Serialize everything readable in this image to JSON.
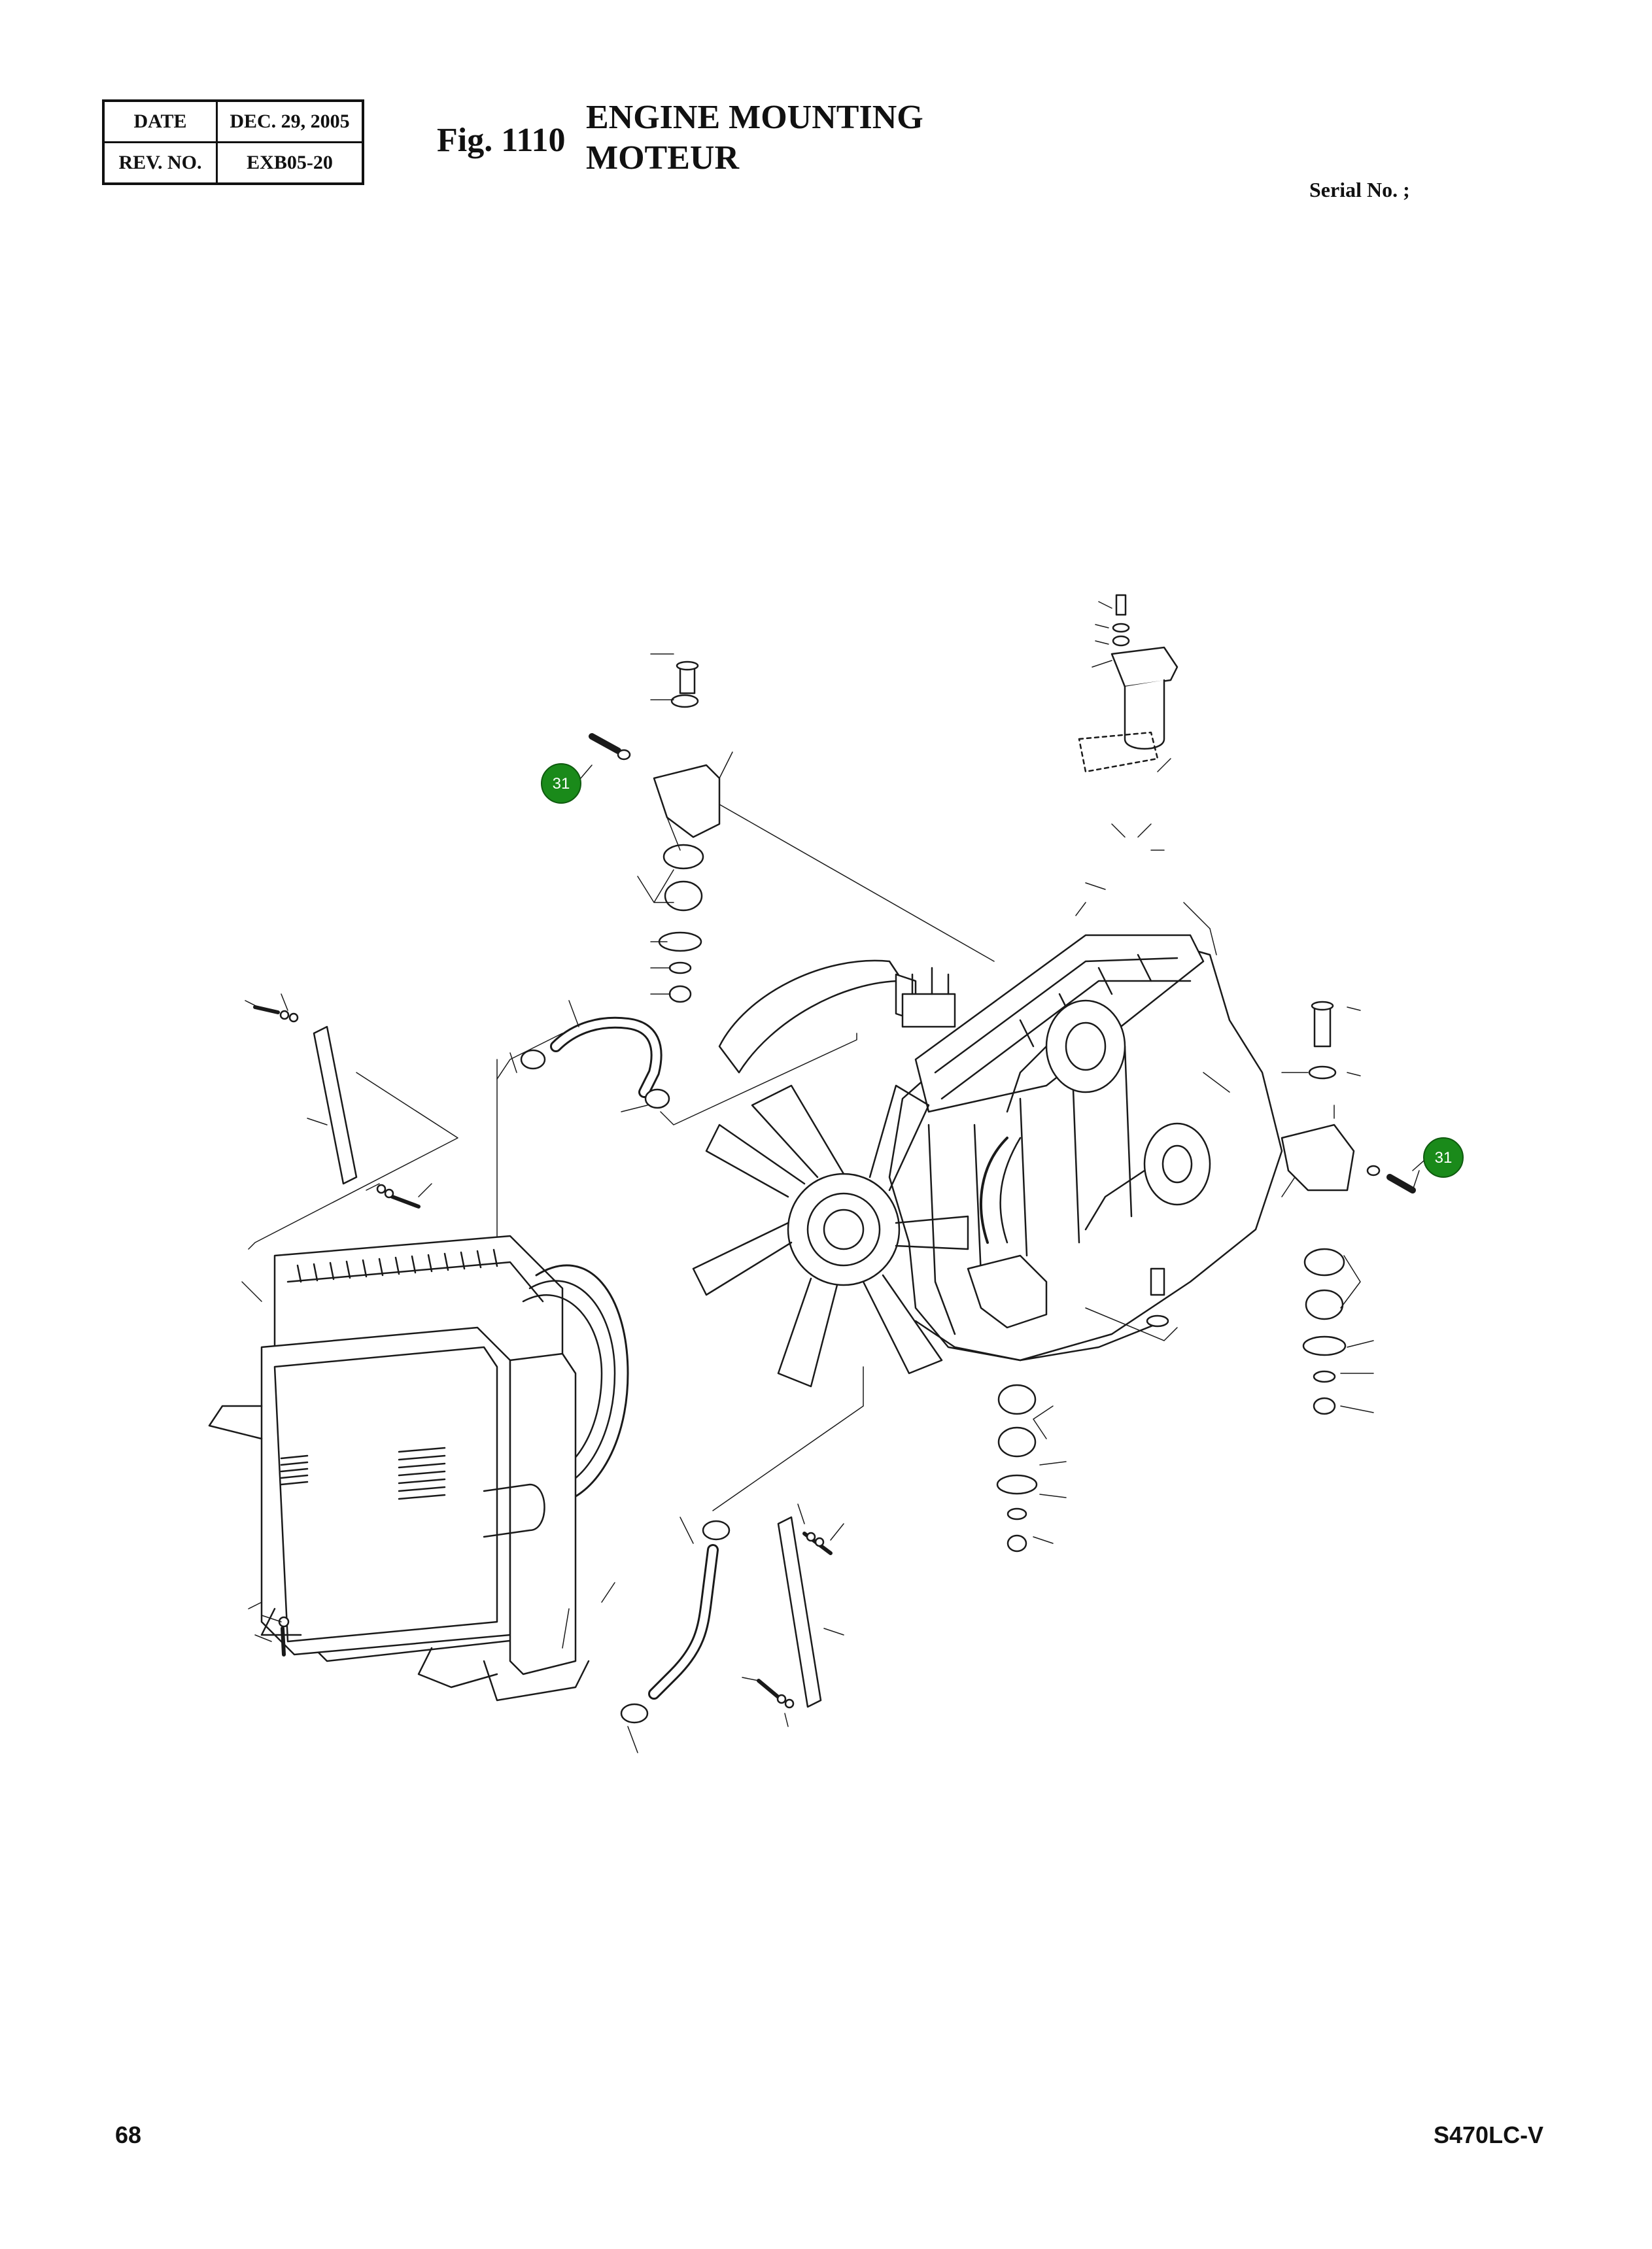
{
  "header": {
    "date_label": "DATE",
    "date_value": "DEC. 29, 2005",
    "rev_label": "REV. NO.",
    "rev_value": "EXB05-20",
    "fig_number": "Fig. 1110",
    "title_en": "ENGINE MOUNTING",
    "title_fr": "MOTEUR",
    "serial_label": "Serial No. ;"
  },
  "diagram": {
    "callouts": [
      {
        "label": "31",
        "color": "#1a8a1a"
      },
      {
        "label": "31",
        "color": "#1a8a1a"
      }
    ]
  },
  "footer": {
    "page_number": "68",
    "model": "S470LC-V"
  }
}
